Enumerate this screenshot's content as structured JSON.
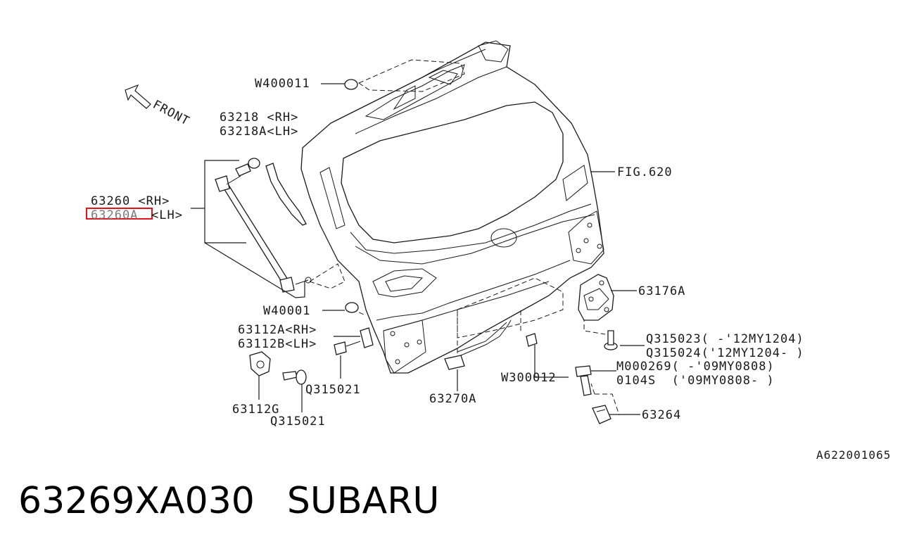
{
  "diagram": {
    "front_label": "FRONT",
    "labels": {
      "w400011": "W400011",
      "p63218_rh": "63218 <RH>",
      "p63218a_lh": "63218A<LH>",
      "fig620": "FIG.620",
      "p63260_rh": "63260 <RH>",
      "p63260a": "63260A",
      "p63260a_lh": "<LH>",
      "p63176a": "63176A",
      "w40001": "W40001",
      "p63112a_rh": "63112A<RH>",
      "p63112b_lh": "63112B<LH>",
      "q315023": "Q315023( -'12MY1204)",
      "q315024": "Q315024('12MY1204- )",
      "m000269": "M000269( -'09MY0808)",
      "s0104": "0104S  ('09MY0808- )",
      "w300012": "W300012",
      "q315021_a": "Q315021",
      "p63270a": "63270A",
      "p63112g": "63112G",
      "q315021_b": "Q315021",
      "p63264": "63264",
      "image_code": "A622001065"
    },
    "highlight_color": "#e0141e"
  },
  "caption": {
    "part_number": "63269XA030",
    "brand": "SUBARU"
  }
}
